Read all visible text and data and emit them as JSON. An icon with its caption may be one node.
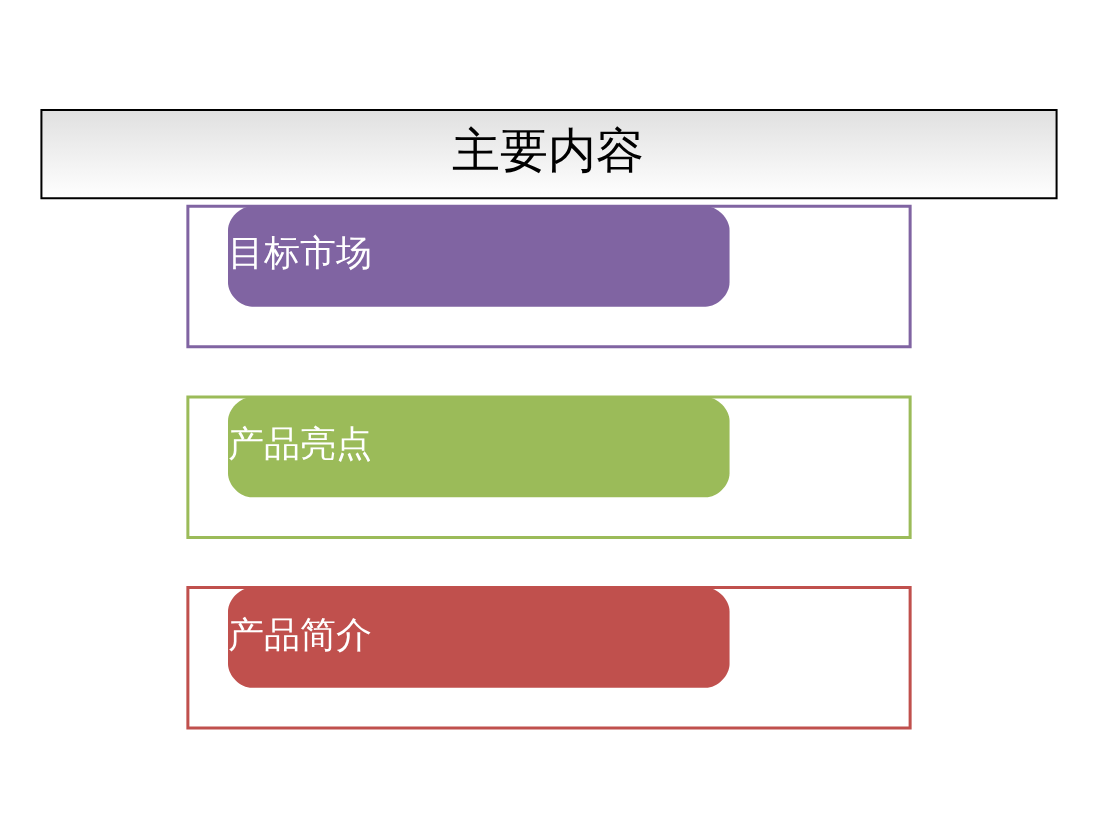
{
  "diagram": {
    "title": "主要内容",
    "nodes": [
      {
        "text": [
          "产品简介"
        ]
      },
      {
        "text": [
          "产品亮点"
        ]
      },
      {
        "text": [
          "目标市场"
        ]
      }
    ]
  }
}
